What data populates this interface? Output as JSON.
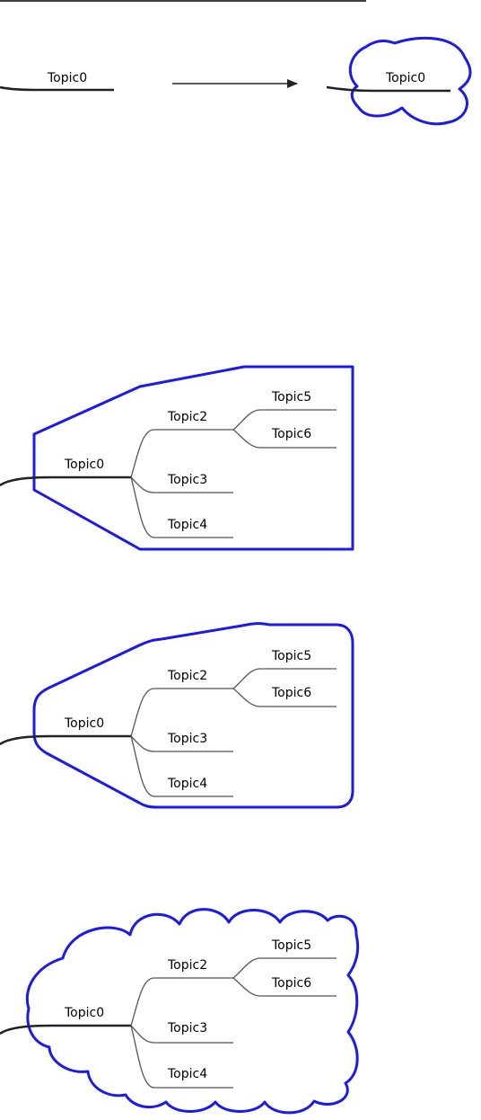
{
  "colors": {
    "boundary": "#1a1aee",
    "branch": "#555555",
    "main_branch": "#222222",
    "background": "#ffffff"
  },
  "example_single": {
    "before_label": "Topic0",
    "after_label": "Topic0",
    "arrow": "right-arrow"
  },
  "tree_labels": {
    "root": "Topic0",
    "child_a": "Topic2",
    "child_b": "Topic3",
    "child_c": "Topic4",
    "grandchild_a": "Topic5",
    "grandchild_b": "Topic6"
  },
  "boundary_shapes": [
    "polygon",
    "rounded-polygon",
    "scallops"
  ]
}
